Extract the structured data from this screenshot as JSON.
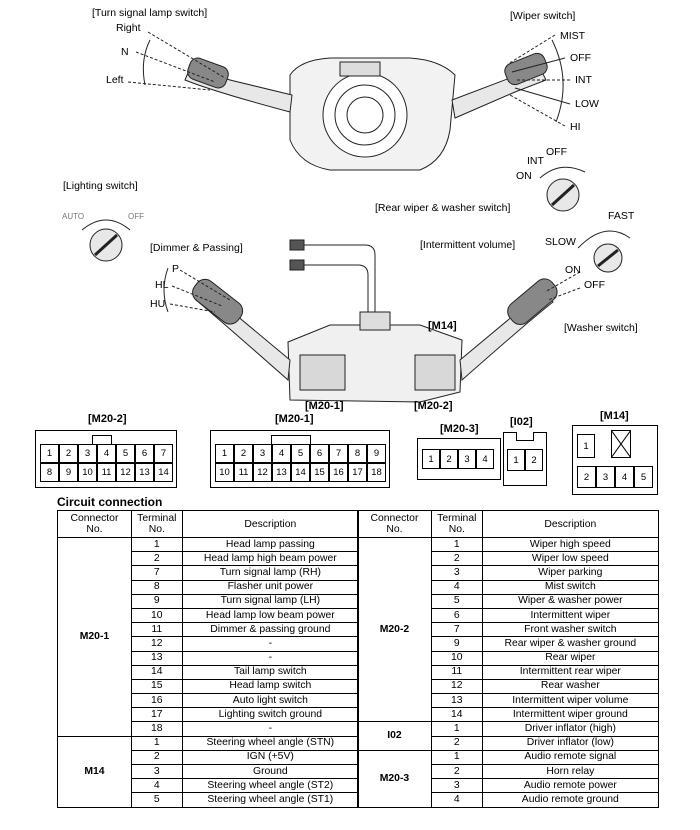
{
  "labels": {
    "turn_signal_switch": "[Turn signal lamp switch]",
    "right": "Right",
    "n": "N",
    "left": "Left",
    "wiper_switch": "[Wiper switch]",
    "mist": "MIST",
    "off": "OFF",
    "int": "INT",
    "low": "LOW",
    "hi": "HI",
    "lighting_switch": "[Lighting switch]",
    "auto": "AUTO",
    "light_off": "OFF",
    "rear_int": "INT",
    "rear_off": "OFF",
    "rear_on": "ON",
    "rear_wiper_switch": "[Rear wiper & washer switch]",
    "fast": "FAST",
    "slow": "SLOW",
    "intermittent_volume": "[Intermittent volume]",
    "dimmer_passing": "[Dimmer & Passing]",
    "p": "P",
    "hl": "HL",
    "hu": "HU",
    "washer_on": "ON",
    "washer_off": "OFF",
    "washer_switch": "[Washer switch]",
    "m14_callout": "[M14]",
    "m20_1_callout": "[M20-1]",
    "m20_2_callout": "[M20-2]"
  },
  "connectors": {
    "m20_2": {
      "title": "[M20-2]",
      "row1": [
        "1",
        "2",
        "3",
        "4",
        "5",
        "6",
        "7"
      ],
      "row2": [
        "8",
        "9",
        "10",
        "11",
        "12",
        "13",
        "14"
      ]
    },
    "m20_1": {
      "title": "[M20-1]",
      "row1": [
        "1",
        "2",
        "3",
        "4",
        "5",
        "6",
        "7",
        "8",
        "9"
      ],
      "row2": [
        "10",
        "11",
        "12",
        "13",
        "14",
        "15",
        "16",
        "17",
        "18"
      ]
    },
    "m20_3": {
      "title": "[M20-3]",
      "pins": [
        "1",
        "2",
        "3",
        "4"
      ]
    },
    "i02": {
      "title": "[I02]",
      "pins": [
        "1",
        "2"
      ]
    },
    "m14": {
      "title": "[M14]",
      "top": [
        "1"
      ],
      "bottom": [
        "2",
        "3",
        "4",
        "5"
      ]
    }
  },
  "circuit": {
    "title": "Circuit connection",
    "headers": {
      "connector": "Connector\nNo.",
      "terminal": "Terminal\nNo.",
      "description": "Description"
    },
    "left_groups": [
      {
        "connector": "M20-1",
        "rows": [
          [
            "1",
            "Head lamp passing"
          ],
          [
            "2",
            "Head lamp high beam power"
          ],
          [
            "7",
            "Turn signal lamp (RH)"
          ],
          [
            "8",
            "Flasher unit power"
          ],
          [
            "9",
            "Turn signal lamp (LH)"
          ],
          [
            "10",
            "Head lamp low beam power"
          ],
          [
            "11",
            "Dimmer & passing ground"
          ],
          [
            "12",
            "-"
          ],
          [
            "13",
            "-"
          ],
          [
            "14",
            "Tail lamp switch"
          ],
          [
            "15",
            "Head lamp switch"
          ],
          [
            "16",
            "Auto light switch"
          ],
          [
            "17",
            "Lighting switch ground"
          ],
          [
            "18",
            "-"
          ]
        ]
      },
      {
        "connector": "M14",
        "rows": [
          [
            "1",
            "Steering wheel angle (STN)"
          ],
          [
            "2",
            "IGN (+5V)"
          ],
          [
            "3",
            "Ground"
          ],
          [
            "4",
            "Steering wheel angle (ST2)"
          ],
          [
            "5",
            "Steering wheel angle (ST1)"
          ]
        ]
      }
    ],
    "right_groups": [
      {
        "connector": "M20-2",
        "rows": [
          [
            "1",
            "Wiper high speed"
          ],
          [
            "2",
            "Wiper low speed"
          ],
          [
            "3",
            "Wiper parking"
          ],
          [
            "4",
            "Mist switch"
          ],
          [
            "5",
            "Wiper & washer power"
          ],
          [
            "6",
            "Intermittent wiper"
          ],
          [
            "7",
            "Front washer switch"
          ],
          [
            "9",
            "Rear wiper & washer ground"
          ],
          [
            "10",
            "Rear wiper"
          ],
          [
            "11",
            "Intermittent rear wiper"
          ],
          [
            "12",
            "Rear washer"
          ],
          [
            "13",
            "Intermittent wiper volume"
          ],
          [
            "14",
            "Intermittent wiper ground"
          ]
        ]
      },
      {
        "connector": "I02",
        "rows": [
          [
            "1",
            "Driver inflator (high)"
          ],
          [
            "2",
            "Driver inflator (low)"
          ]
        ]
      },
      {
        "connector": "M20-3",
        "rows": [
          [
            "1",
            "Audio remote signal"
          ],
          [
            "2",
            "Horn relay"
          ],
          [
            "3",
            "Audio remote power"
          ],
          [
            "4",
            "Audio remote ground"
          ]
        ]
      }
    ]
  }
}
